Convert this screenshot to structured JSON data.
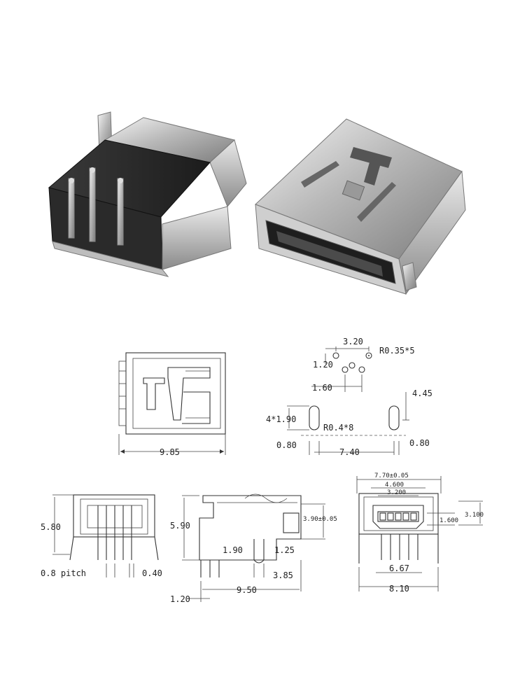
{
  "photo": {
    "description_icon_left": "usb-mini-b-connector-rear-photo",
    "description_icon_right": "usb-mini-b-connector-front-photo"
  },
  "top_view": {
    "width_label": "9.85"
  },
  "footprint": {
    "pitch_label": "3.20",
    "pad_radius_label": "R0.35*5",
    "row_offset_label": "1.20",
    "pad_spacing_label": "1.60",
    "vertical_gap_label": "4.45",
    "slot_size_label": "4*1.90",
    "slot_radius_label": "R0.4*8",
    "slot_width_left_label": "0.80",
    "slot_spacing_label": "7.40",
    "slot_width_right_label": "0.80"
  },
  "rear_view": {
    "height_label": "5.80",
    "pitch_label": "0.8 pitch",
    "pin_width_label": "0.40"
  },
  "side_view": {
    "height_label": "5.90",
    "shell_height_label": "3.90±0.05",
    "pin_offset_label": "1.90",
    "peg_width_label": "1.25",
    "peg_offset_label": "3.85",
    "length_label": "9.50",
    "pin_length_label": "1.20"
  },
  "front_view": {
    "outer_width_label": "7.70±0.05",
    "inner_width_label": "4.600",
    "slot_width_label": "3.200",
    "pin_span_label": "6.67",
    "total_width_label": "8.10",
    "opening_height_label": "1.600",
    "shell_height_label": "3.100"
  }
}
